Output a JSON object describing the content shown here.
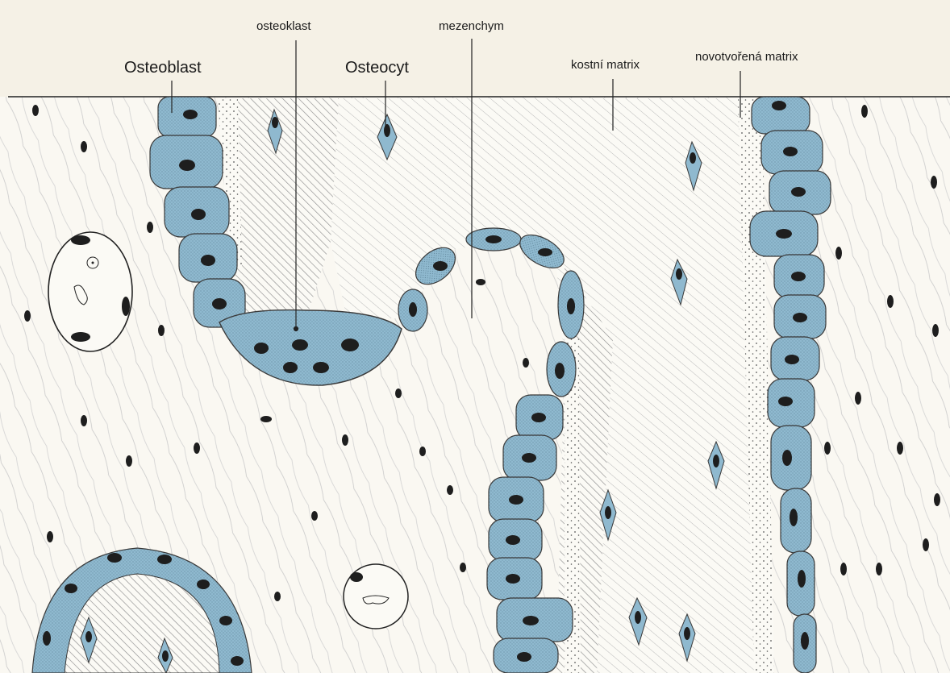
{
  "labels": {
    "osteoblast": "Osteoblast",
    "osteoklast": "osteoklast",
    "osteocyt": "Osteocyt",
    "mezenchym": "mezenchym",
    "kostni_matrix": "kostní matrix",
    "novotvorena_matrix": "novotvořená matrix"
  },
  "colors": {
    "cell_fill": "#8fb9cf",
    "cell_stroke": "#3a3a3a",
    "nucleus": "#222222",
    "paper": "#faf8f2",
    "hatch": "#9a9a9a",
    "edge_pink": "#d48fb0"
  }
}
